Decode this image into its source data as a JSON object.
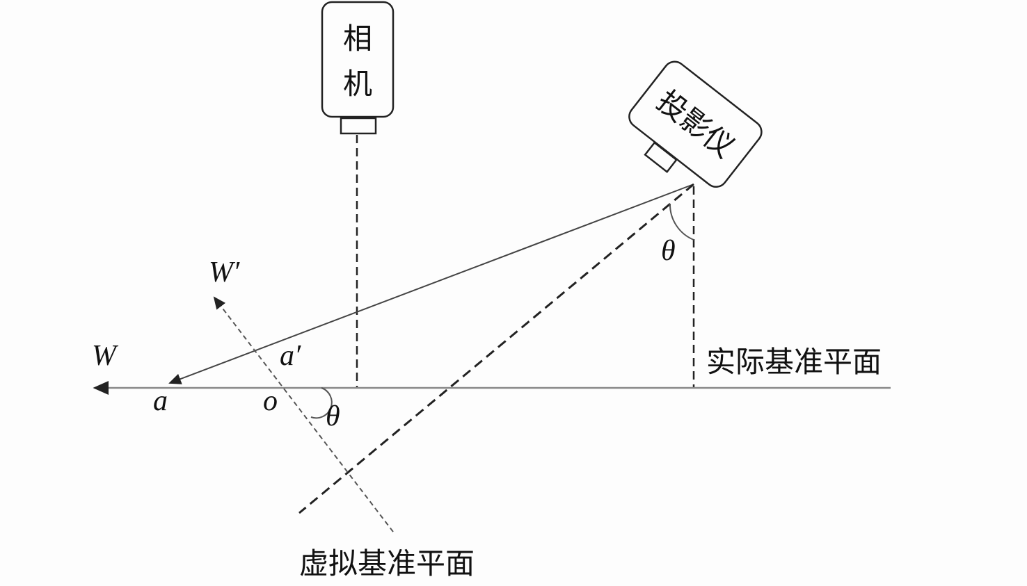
{
  "camera": {
    "label_line1": "相",
    "label_line2": "机"
  },
  "projector": {
    "label": "投影仪"
  },
  "labels": {
    "W": "W",
    "W_prime": "W′",
    "a": "a",
    "a_prime": "a′",
    "o": "o",
    "theta_bottom": "θ",
    "theta_top": "θ",
    "real_plane": "实际基准平面",
    "virtual_plane": "虚拟基准平面"
  },
  "colors": {
    "stroke": "#222222",
    "light_stroke": "#555555"
  }
}
